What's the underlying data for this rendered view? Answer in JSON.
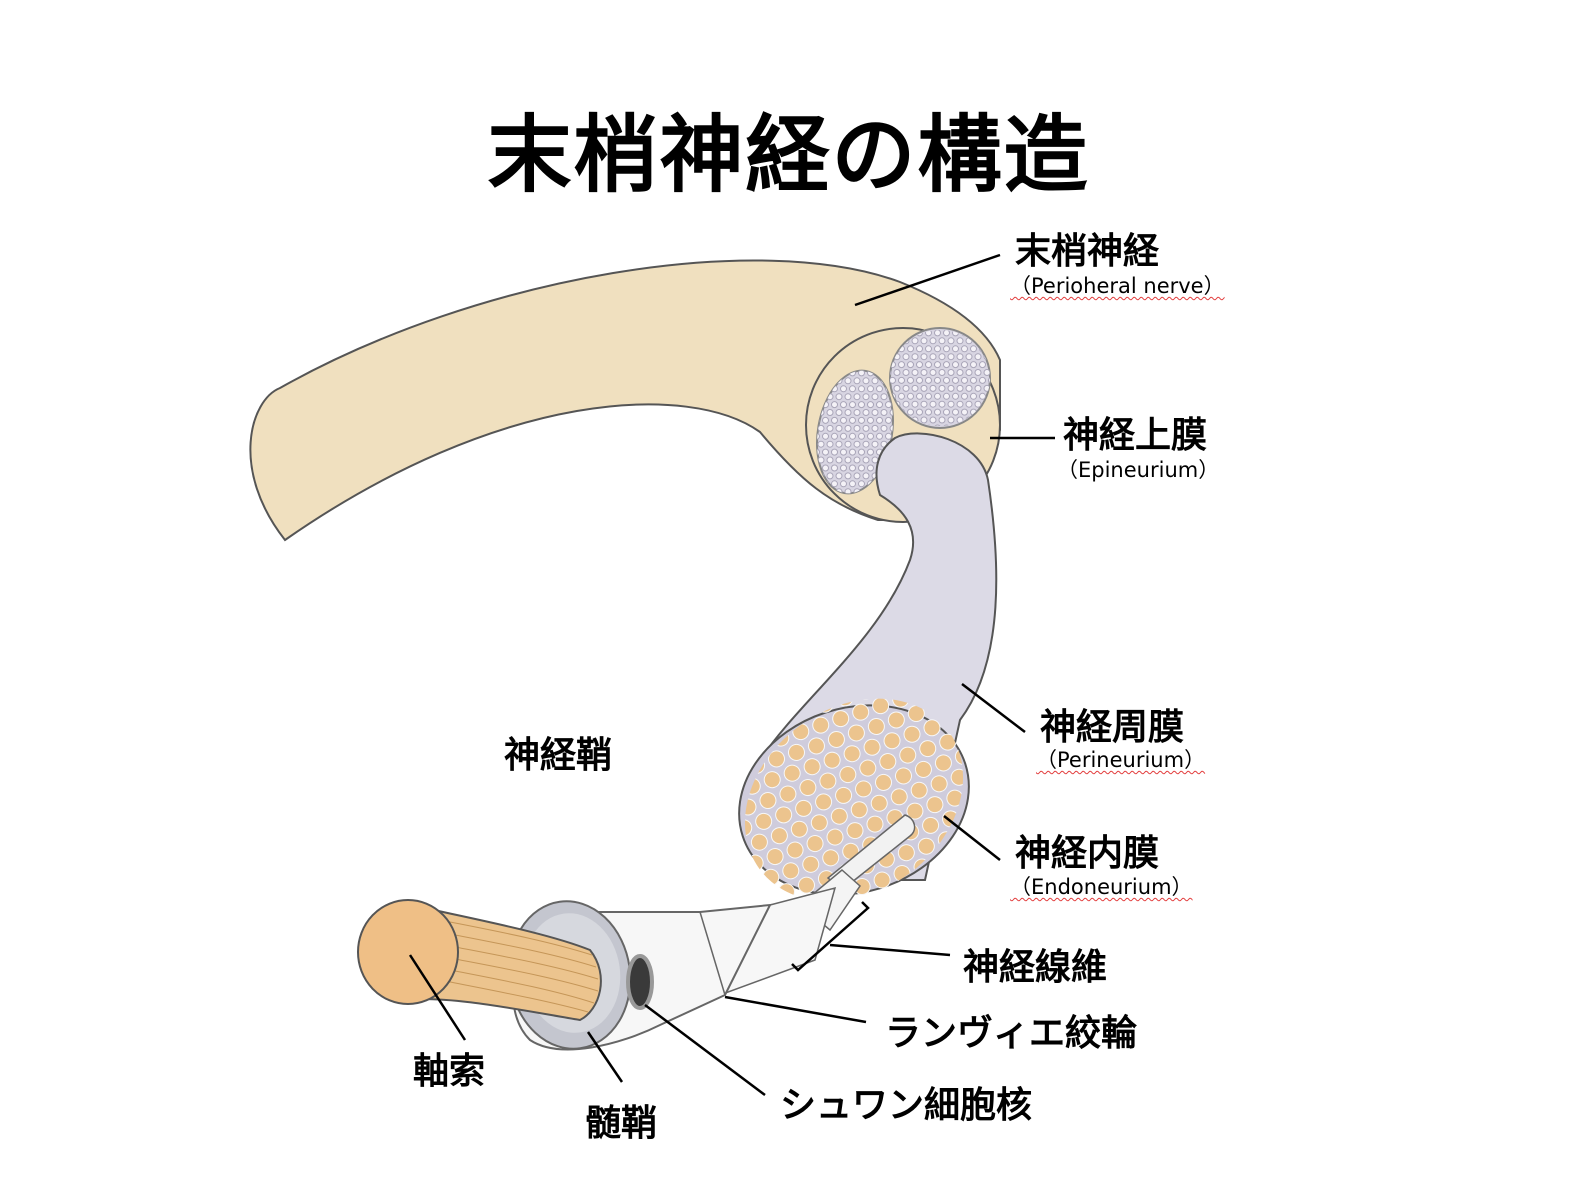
{
  "title": "末梢神経の構造",
  "labels": {
    "peripheral_nerve": {
      "ja": "末梢神経",
      "en": "（Perioheral nerve）"
    },
    "epineurium": {
      "ja": "神経上膜",
      "en": "（Epineurium）"
    },
    "perineurium": {
      "ja": "神経周膜",
      "en": "（Perineurium）"
    },
    "endoneurium": {
      "ja": "神経内膜",
      "en": "（Endoneurium）"
    },
    "nerve_sheath": {
      "ja": "神経鞘"
    },
    "nerve_fiber": {
      "ja": "神経線維"
    },
    "node_of_ranvier": {
      "ja": "ランヴィエ絞輪"
    },
    "axon": {
      "ja": "軸索"
    },
    "myelin": {
      "ja": "髄鞘"
    },
    "schwann_nucleus": {
      "ja": "シュワン細胞核"
    }
  },
  "colors": {
    "nerve_tan": "#f0e0bf",
    "perineurium_lavender": "#dcdae6",
    "axon_orange": "#ecc48e",
    "outline": "#555555"
  }
}
